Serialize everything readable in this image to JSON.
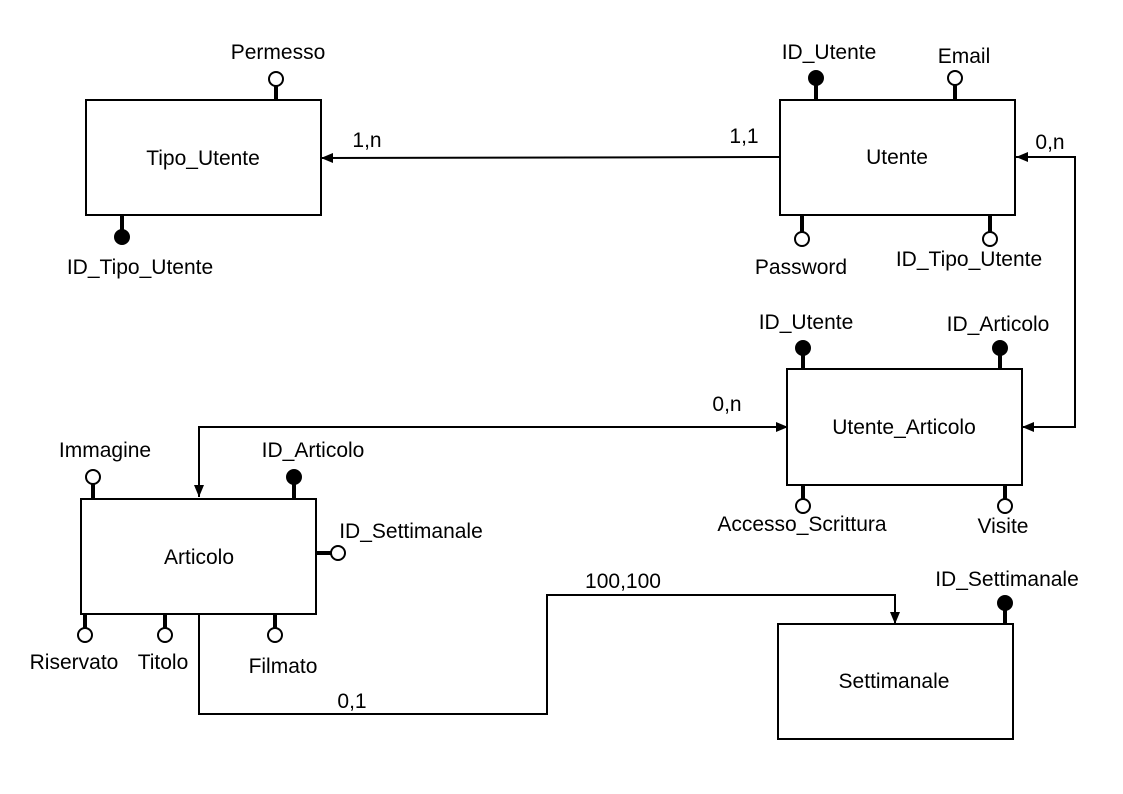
{
  "entities": {
    "tipo_utente": "Tipo_Utente",
    "utente": "Utente",
    "utente_articolo": "Utente_Articolo",
    "articolo": "Articolo",
    "settimanale": "Settimanale"
  },
  "attributes": {
    "tipo_utente_permesso": "Permesso",
    "tipo_utente_id": "ID_Tipo_Utente",
    "utente_id": "ID_Utente",
    "utente_email": "Email",
    "utente_password": "Password",
    "utente_id_tipo": "ID_Tipo_Utente",
    "ua_id_utente": "ID_Utente",
    "ua_id_articolo": "ID_Articolo",
    "ua_accesso": "Accesso_Scrittura",
    "ua_visite": "Visite",
    "art_immagine": "Immagine",
    "art_id": "ID_Articolo",
    "art_id_settimanale": "ID_Settimanale",
    "art_riservato": "Riservato",
    "art_titolo": "Titolo",
    "art_filmato": "Filmato",
    "sett_id": "ID_Settimanale"
  },
  "cardinalities": {
    "tipo_utente_side": "1,n",
    "utente_side_to_tipo": "1,1",
    "utente_side_to_ua": "0,n",
    "articolo_side_to_ua": "0,n",
    "articolo_side_to_sett": "0,1",
    "settimanale_side": "100,100"
  },
  "attribute_kinds": {
    "key": "filled-circle",
    "regular": "hollow-circle"
  }
}
